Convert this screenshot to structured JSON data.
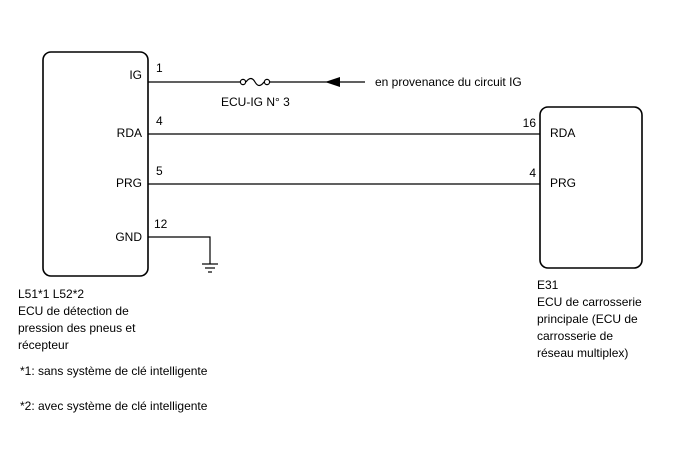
{
  "left_ecu": {
    "pins": {
      "ig": "IG",
      "rda": "RDA",
      "prg": "PRG",
      "gnd": "GND"
    },
    "pin_numbers": {
      "ig": "1",
      "rda": "4",
      "prg": "5",
      "gnd": "12"
    },
    "code": "L51*1  L52*2",
    "name_lines": [
      "ECU de détection de",
      "pression des pneus et",
      "récepteur"
    ]
  },
  "right_ecu": {
    "pins": {
      "rda": "RDA",
      "prg": "PRG"
    },
    "pin_numbers": {
      "rda": "16",
      "prg": "4"
    },
    "code": "E31",
    "name_lines": [
      "ECU de carrosserie",
      "principale (ECU de",
      "carrosserie de",
      "réseau multiplex)"
    ]
  },
  "fuse_label": "ECU-IG N° 3",
  "source_label": "en provenance du circuit IG",
  "notes": [
    "*1: sans système de clé intelligente",
    "*2: avec système de clé intelligente"
  ]
}
